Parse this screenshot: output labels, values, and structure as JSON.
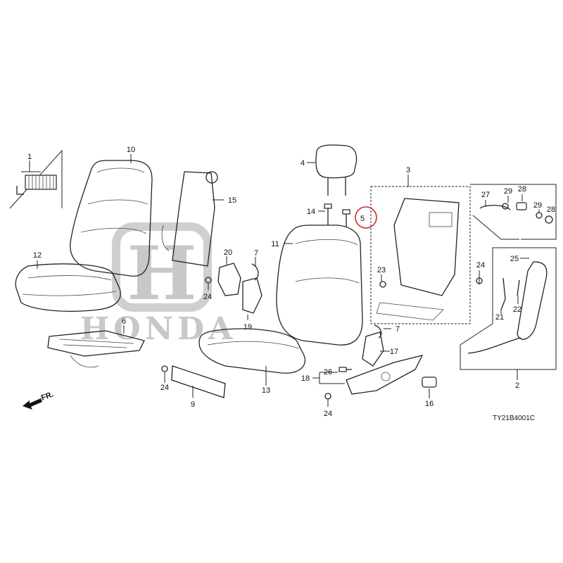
{
  "diagram": {
    "code": "TY21B4001C",
    "direction": "FR.",
    "watermark": {
      "text": "HONDA",
      "logo_letter": "H"
    },
    "highlight_color": "#d62828",
    "callouts": {
      "p1": "1",
      "p2": "2",
      "p3": "3",
      "p4": "4",
      "p5": "5",
      "p6": "6",
      "p7a": "7",
      "p7b": "7",
      "p9": "9",
      "p10": "10",
      "p11": "11",
      "p12": "12",
      "p13": "13",
      "p14": "14",
      "p15": "15",
      "p16": "16",
      "p17": "17",
      "p18": "18",
      "p19": "19",
      "p20": "20",
      "p21": "21",
      "p22": "22",
      "p23": "23",
      "p24a": "24",
      "p24b": "24",
      "p24c": "24",
      "p24d": "24",
      "p25": "25",
      "p26": "26",
      "p27": "27",
      "p28a": "28",
      "p28b": "28",
      "p29a": "29",
      "p29b": "29"
    }
  }
}
